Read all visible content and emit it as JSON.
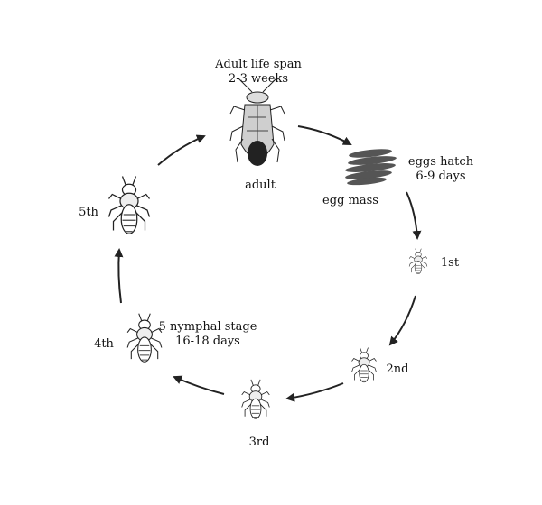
{
  "title": "Leafhopper life cycle",
  "labels": {
    "adult_span_line1": "Adult life span",
    "adult_span_line2": "2-3 weeks",
    "adult": "adult",
    "egg_mass": "egg mass",
    "eggs_hatch_line1": "eggs hatch",
    "eggs_hatch_line2": "6-9 days",
    "first": "1st",
    "second": "2nd",
    "third": "3rd",
    "fourth": "4th",
    "fifth": "5th",
    "nymphal_line1": "5 nymphal stage",
    "nymphal_line2": "16-18 days"
  },
  "colors": {
    "ink": "#222222",
    "egg": "#555555"
  }
}
